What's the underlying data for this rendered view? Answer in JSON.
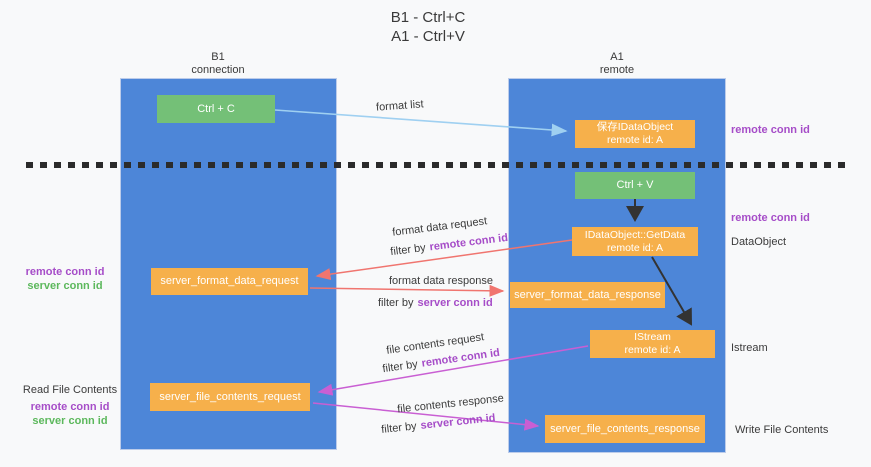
{
  "title": {
    "line1": "B1 - Ctrl+C",
    "line2": "A1 - Ctrl+V"
  },
  "lanes": {
    "left": {
      "name": "B1",
      "subtitle": "connection"
    },
    "right": {
      "name": "A1",
      "subtitle": "remote"
    }
  },
  "nodes": {
    "ctrl_c": {
      "label": "Ctrl + C"
    },
    "save_idataobject": {
      "line1": "保存IDataObject",
      "line2": "remote id: A"
    },
    "ctrl_v": {
      "label": "Ctrl + V"
    },
    "getdata": {
      "line1": "IDataObject::GetData",
      "line2": "remote id: A"
    },
    "format_request": {
      "label": "server_format_data_request"
    },
    "format_response": {
      "label": "server_format_data_response"
    },
    "istream": {
      "line1": "IStream",
      "line2": "remote id: A"
    },
    "file_request": {
      "label": "server_file_contents_request"
    },
    "file_response": {
      "label": "server_file_contents_response"
    }
  },
  "edge_labels": {
    "format_list": "format list",
    "format_data_request": "format data request",
    "format_data_response": "format data response",
    "file_contents_request": "file contents request",
    "file_contents_response": "file contents response",
    "filter_by": "filter by",
    "remote_conn_id": "remote conn id",
    "server_conn_id": "server conn id"
  },
  "annotations": {
    "left": {
      "remote_conn_id": "remote conn id",
      "server_conn_id": "server conn id",
      "read_file_contents": "Read File Contents"
    },
    "right": {
      "remote_conn_id_top": "remote conn id",
      "remote_conn_id_mid": "remote conn id",
      "dataobject": "DataObject",
      "istream": "Istream",
      "write_file_contents": "Write File Contents"
    }
  },
  "colors": {
    "background": "#f8f9fa",
    "lane_blue": "#4d86d8",
    "box_green": "#74c077",
    "box_orange": "#f6b04b",
    "arrow_light_blue": "#9fd0f1",
    "arrow_red": "#f0756f",
    "arrow_magenta": "#c95fd3",
    "arrow_black": "#333333",
    "label_purple": "#a64dc8",
    "label_green": "#5cb85c"
  }
}
